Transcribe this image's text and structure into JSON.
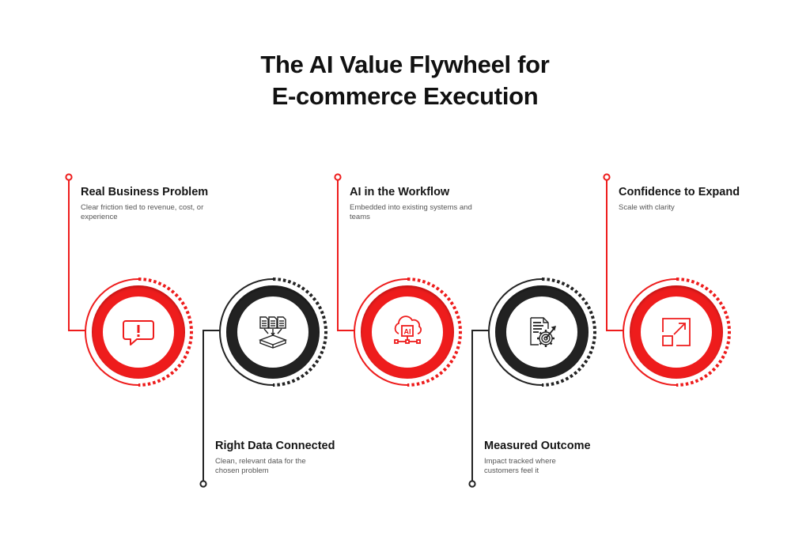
{
  "title": {
    "line1": "The AI Value Flywheel for",
    "line2": "E-commerce Execution"
  },
  "colors": {
    "accent": "#ee1c1c",
    "dark": "#232323",
    "text": "#151515",
    "muted": "#555555"
  },
  "steps": [
    {
      "heading": "Real Business Problem",
      "description": "Clear friction tied to revenue, cost, or experience",
      "icon": "speech-bubble-exclamation-icon",
      "color": "red",
      "label_position": "top"
    },
    {
      "heading": "Right Data Connected",
      "description": "Clean, relevant data for the chosen problem",
      "icon": "documents-into-database-icon",
      "color": "black",
      "label_position": "bottom"
    },
    {
      "heading": "AI in the Workflow",
      "description": "Embedded into existing systems and teams",
      "icon": "ai-cloud-network-icon",
      "color": "red",
      "label_position": "top"
    },
    {
      "heading": "Measured Outcome",
      "description": "Impact tracked where customers feel it",
      "icon": "document-gear-target-icon",
      "color": "black",
      "label_position": "bottom"
    },
    {
      "heading": "Confidence to Expand",
      "description": "Scale with clarity",
      "icon": "expand-arrow-icon",
      "color": "red",
      "label_position": "top"
    }
  ]
}
